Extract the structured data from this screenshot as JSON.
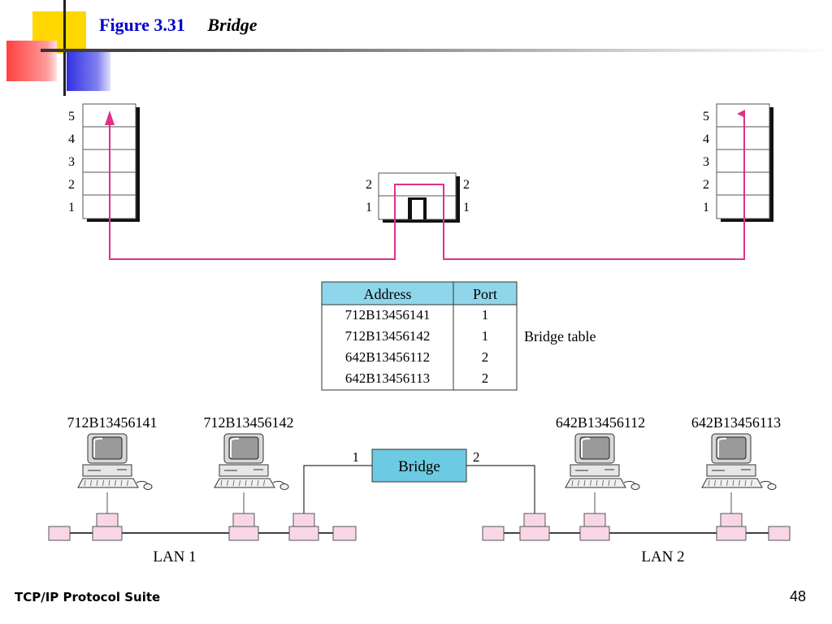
{
  "slide": {
    "figure_label": "Figure 3.31",
    "figure_title": "Bridge",
    "footer_left": "TCP/IP Protocol Suite",
    "page_number": "48"
  },
  "colors": {
    "path": "#e0308a",
    "table_header": "#8fd6ea",
    "bridge_box": "#6ccbe2",
    "station_pink": "#f9d6e6",
    "title_blue": "#0000cc"
  },
  "stack": {
    "left_layers": [
      "5",
      "4",
      "3",
      "2",
      "1"
    ],
    "right_layers": [
      "5",
      "4",
      "3",
      "2",
      "1"
    ],
    "bridge_left_layers": [
      "2",
      "1"
    ],
    "bridge_right_layers": [
      "2",
      "1"
    ]
  },
  "bridge_table": {
    "caption": "Bridge table",
    "headers": [
      "Address",
      "Port"
    ],
    "rows": [
      [
        "712B13456141",
        "1"
      ],
      [
        "712B13456142",
        "1"
      ],
      [
        "642B13456112",
        "2"
      ],
      [
        "642B13456113",
        "2"
      ]
    ]
  },
  "network": {
    "hosts": [
      "712B13456141",
      "712B13456142",
      "642B13456112",
      "642B13456113"
    ],
    "bridge_label": "Bridge",
    "port_left": "1",
    "port_right": "2",
    "lan1_label": "LAN 1",
    "lan2_label": "LAN 2"
  }
}
